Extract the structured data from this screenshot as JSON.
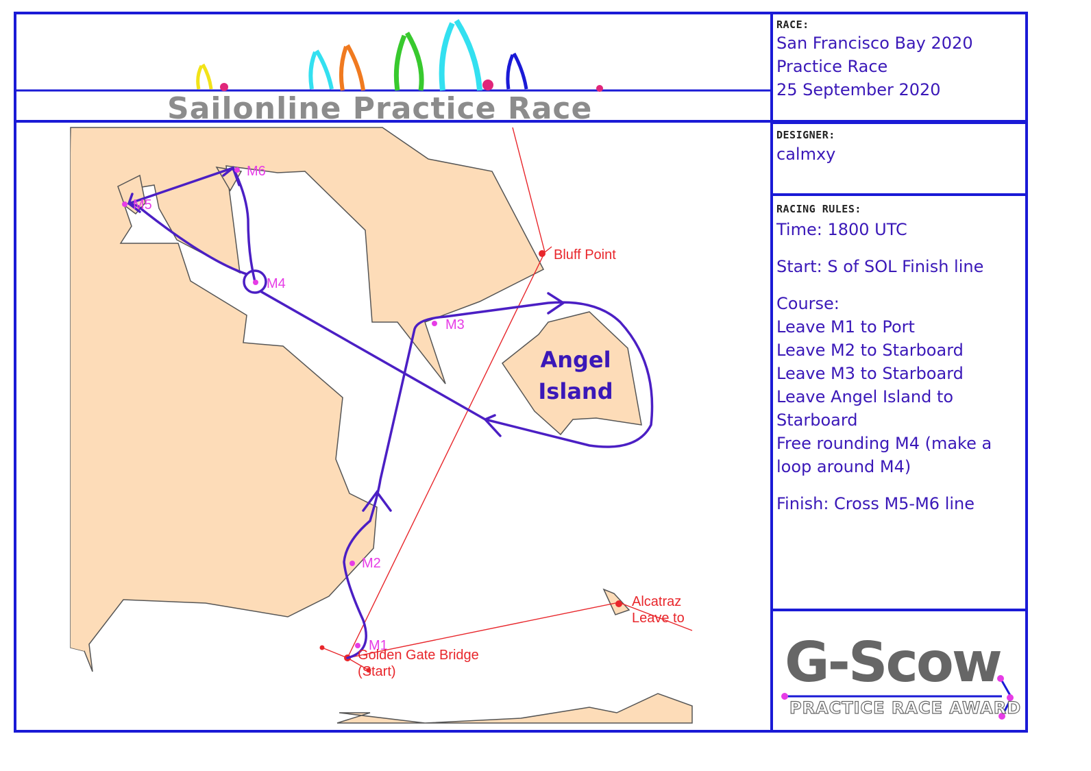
{
  "header": {
    "title": "Sailonline Practice Race"
  },
  "race": {
    "label": "RACE:",
    "name_line1": "San Francisco Bay 2020",
    "name_line2": "Practice Race",
    "date": "25 September 2020"
  },
  "designer": {
    "label": "DESIGNER:",
    "name": "calmxy"
  },
  "rules": {
    "label": "RACING RULES:",
    "time": "Time: 1800 UTC",
    "start": "Start: S of SOL Finish line",
    "course_heading": "Course:",
    "course_1": "Leave M1 to Port",
    "course_2": "Leave M2 to Starboard",
    "course_3": "Leave M3 to Starboard",
    "course_4a": "Leave Angel Island to",
    "course_4b": "Starboard",
    "course_5a": "Free rounding M4 (make a",
    "course_5b": "loop around M4)",
    "finish": "Finish: Cross M5-M6 line"
  },
  "map": {
    "marks": {
      "m1": "M1",
      "m2": "M2",
      "m3": "M3",
      "m4": "M4",
      "m5": "M5",
      "m6": "M6"
    },
    "places": {
      "bluff_point": "Bluff Point",
      "alcatraz_1": "Alcatraz",
      "alcatraz_2": "Leave to",
      "golden_gate_1": "Golden Gate Bridge",
      "golden_gate_2": "(Start)",
      "angel_1": "Angel",
      "angel_2": "Island"
    }
  },
  "award": {
    "title": "G-Scow",
    "subtitle": "PRACTICE RACE AWARD"
  },
  "colors": {
    "border": "#1a1ad6",
    "land": "#fddcb8",
    "course": "#4b1fc4",
    "mark": "#e63ce6",
    "route": "#e8262b"
  }
}
